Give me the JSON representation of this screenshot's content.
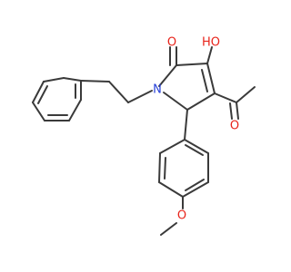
{
  "colors": {
    "background": "#ffffff",
    "bond": "#3a3a3a",
    "oxygen": "#e8231a",
    "nitrogen": "#2741d9"
  },
  "atoms": {
    "ketone_o": "O",
    "hydroxyl": "HO",
    "ring_n": "N",
    "acetyl_o": "O",
    "methoxy_o": "O"
  }
}
